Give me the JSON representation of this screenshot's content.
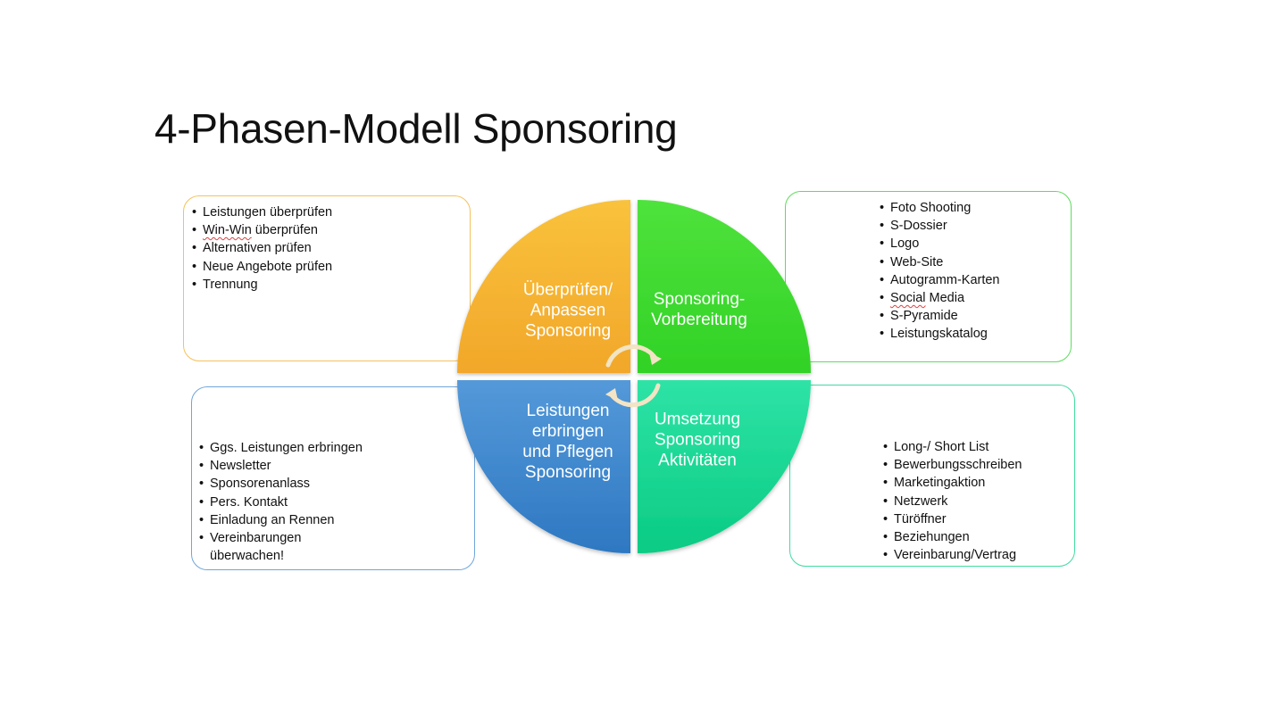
{
  "title": "4-Phasen-Modell Sponsoring",
  "colors": {
    "orange": "#F7B733",
    "green": "#3EDC2E",
    "blue": "#3D86CC",
    "teal": "#18D894",
    "arrow": "#F2E4C4"
  },
  "phases": {
    "top_left": {
      "label_1": "Überprüfen/",
      "label_2": "Anpassen",
      "label_3": "Sponsoring"
    },
    "top_right": {
      "label_1": "Sponsoring-",
      "label_2": "Vorbereitung"
    },
    "bottom_left": {
      "label_1": "Leistungen",
      "label_2": "erbringen",
      "label_3": "und Pflegen",
      "label_4": "Sponsoring"
    },
    "bottom_right": {
      "label_1": "Umsetzung",
      "label_2": "Sponsoring",
      "label_3": "Aktivitäten"
    }
  },
  "boxes": {
    "top_left": {
      "items": [
        "Leistungen überprüfen",
        "Win-Win",
        " überprüfen",
        "Alternativen prüfen",
        "Neue Angebote prüfen",
        "Trennung"
      ]
    },
    "top_right": {
      "items": [
        "Foto Shooting",
        "S-Dossier",
        "Logo",
        "Web-Site",
        "Autogramm-Karten",
        "Social",
        " Media",
        "S-Pyramide",
        "Leistungskatalog"
      ]
    },
    "bottom_left": {
      "items": [
        "Ggs. Leistungen erbringen",
        "Newsletter",
        "Sponsorenanlass",
        "Pers. Kontakt",
        "Einladung an Rennen",
        "Vereinbarungen",
        "überwachen!"
      ]
    },
    "bottom_right": {
      "items": [
        "Long-/ Short List",
        "Bewerbungsschreiben",
        "Marketingaktion",
        "Netzwerk",
        "Türöffner",
        "Beziehungen",
        "Vereinbarung/Vertrag"
      ]
    }
  }
}
